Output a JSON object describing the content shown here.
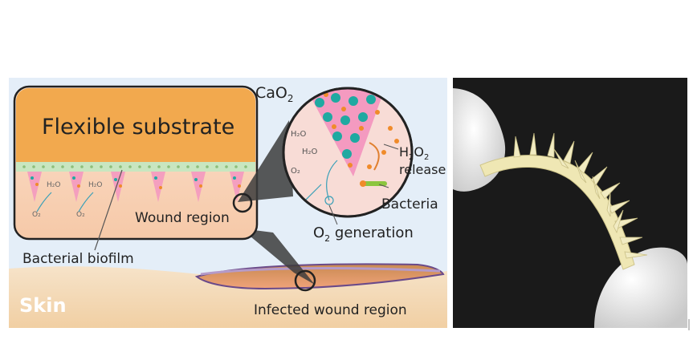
{
  "labels": {
    "flexible_substrate": "Flexible substrate",
    "cao2": "CaO",
    "cao2_sub": "2",
    "h2o2_a": "H",
    "h2o2_sub1": "2",
    "h2o2_b": "O",
    "h2o2_sub2": "2",
    "release": "release",
    "bacteria": "Bacteria",
    "wound_region": "Wound region",
    "o2_a": "O",
    "o2_sub": "2",
    "o2_generation": " generation",
    "bacterial_biofilm": "Bacterial biofilm",
    "skin": "Skin",
    "infected_wound_region": "Infected wound region",
    "tiny_h2o": "H₂O",
    "tiny_o2": "O₂"
  },
  "colors": {
    "substrate": "#f2a94e",
    "skin_bg": "#f3d7b4",
    "panel_bg": "#e4eef8",
    "pink_microneedle": "#f49ac0",
    "teal_particle": "#1fa9a1",
    "orange_particle": "#f08b2a",
    "green_bacteria": "#8cc63f",
    "photo_bg": "#1a1a1a",
    "patch": "#efe7b4"
  }
}
